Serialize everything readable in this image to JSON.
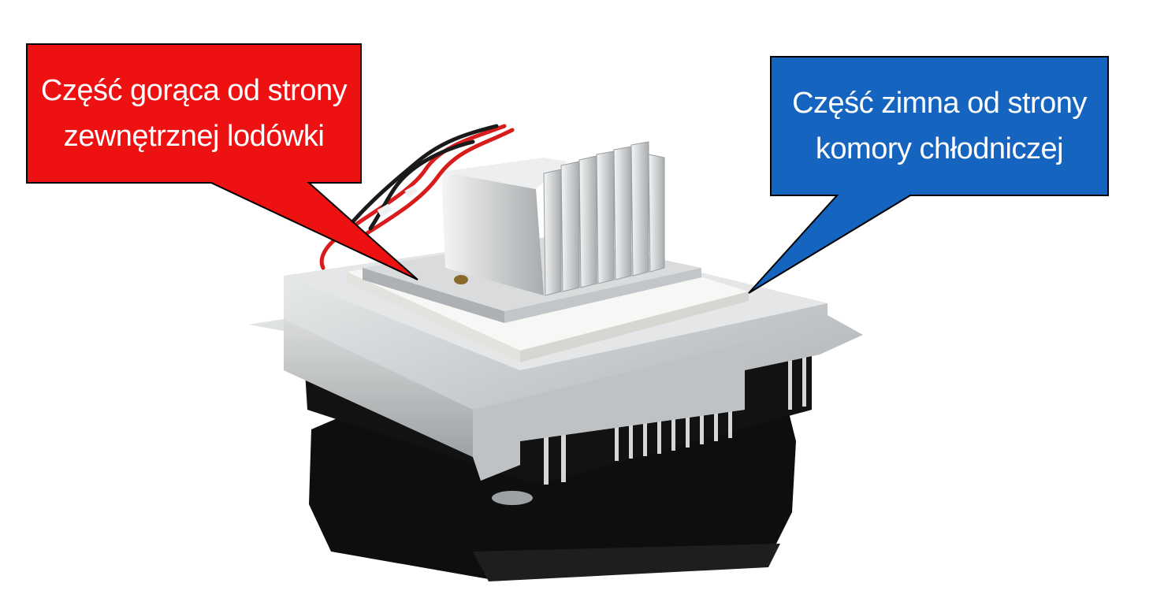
{
  "colors": {
    "background": "#ffffff",
    "hot_callout": "#ee1111",
    "cold_callout": "#1565c0",
    "callout_text": "#ffffff",
    "aluminium": "#cfd2d4",
    "heatsink_dark": "#111111",
    "wire_red": "#d81b1b",
    "wire_black": "#1a1a1a"
  },
  "callouts": {
    "hot": {
      "line1": "Część gorąca od strony",
      "line2": "zewnętrznej lodówki"
    },
    "cold": {
      "line1": "Część zimna od strony",
      "line2": "komory chłodniczej"
    }
  },
  "photo": {
    "subject": "peltier-cooler-module"
  }
}
